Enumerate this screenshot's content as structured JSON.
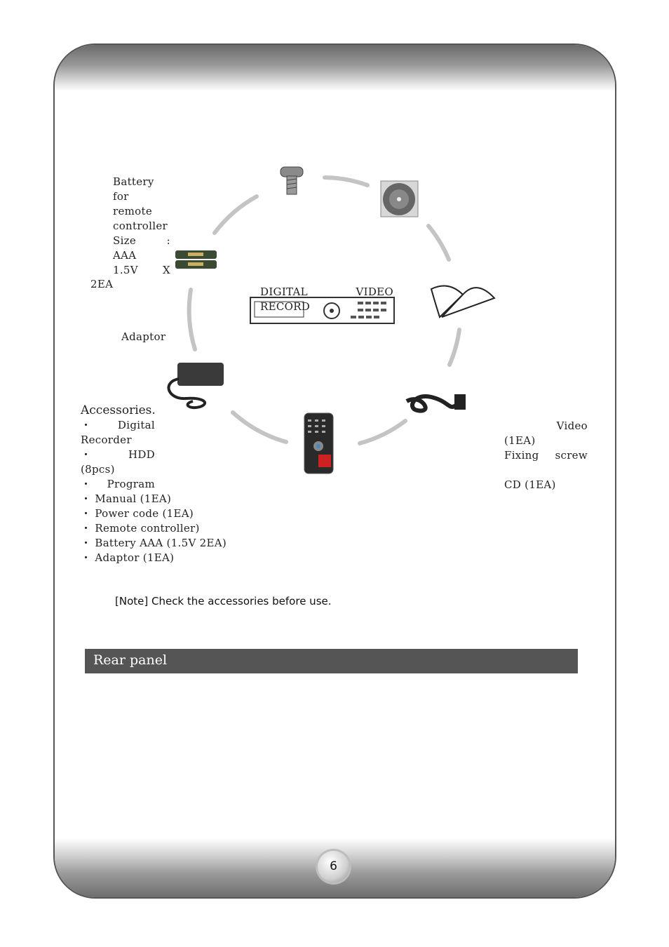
{
  "battery_label": [
    "Battery",
    "for",
    "remote",
    "controller",
    "Size :",
    "AAA",
    "1.5V X",
    "2EA"
  ],
  "adaptor_label": "Adaptor",
  "dvr_label_line1": "DIGITAL VIDEO",
  "dvr_label_line2": "RECORD",
  "accessories": {
    "heading": "Accessories.",
    "items": [
      "・ Digital",
      "Recorder",
      "・ HDD",
      "(8pcs)",
      "・ Program",
      "・ Manual (1EA)",
      "・ Power code (1EA)",
      "・ Remote controller)",
      "・ Battery AAA (1.5V 2EA)",
      "・ Adaptor (1EA)"
    ]
  },
  "right_column": [
    "Video",
    "(1EA)",
    "Fixing screw",
    "",
    "CD (1EA)"
  ],
  "note": "[Note] Check the accessories before use.",
  "section_title": "Rear panel",
  "page_number": "6",
  "icons": [
    "screw-icon",
    "cd-icon",
    "manual-book-icon",
    "power-cord-icon",
    "remote-controller-icon",
    "adaptor-icon",
    "battery-icon",
    "dvr-icon"
  ]
}
